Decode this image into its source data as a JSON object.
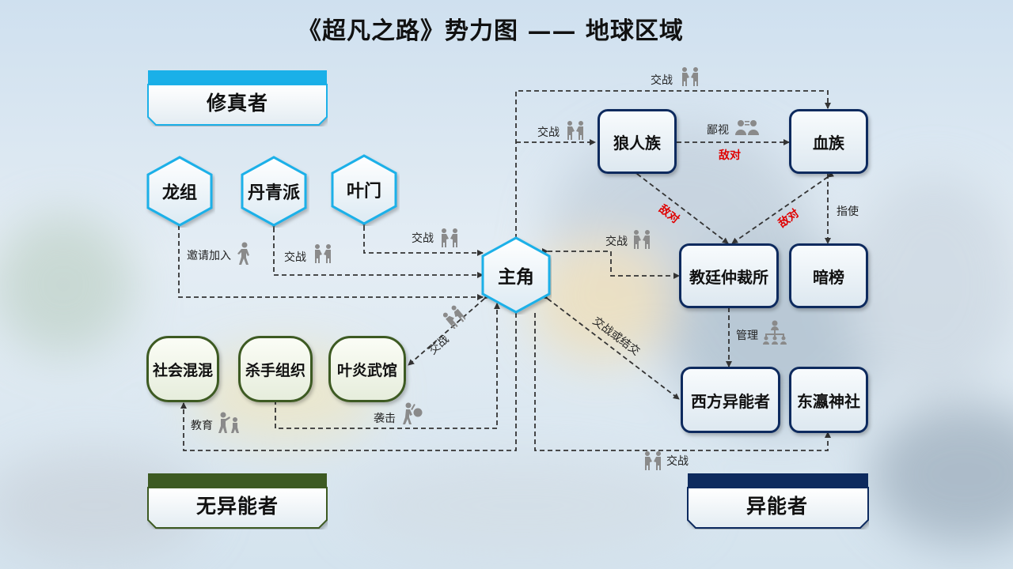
{
  "title": "《超凡之路》势力图 —— 地球区域",
  "groups": {
    "cultivators": "修真者",
    "non_ability": "无异能者",
    "ability": "异能者"
  },
  "nodes": {
    "longzu": "龙组",
    "danqing": "丹青派",
    "yemen": "叶门",
    "protagonist": "主角",
    "social": "社会混混",
    "assassin": "杀手组织",
    "yeyan": "叶炎武馆",
    "werewolf": "狼人族",
    "blood": "血族",
    "church": "教廷仲裁所",
    "anbang": "暗榜",
    "western": "西方异能者",
    "dongying": "东瀛神社"
  },
  "edge_labels": {
    "fight_top": "交战",
    "fight_wolf": "交战",
    "spy": "鄙视",
    "hostile_wolf_blood": "敌对",
    "hostile_wolf_church": "敌对",
    "hostile_blood_church": "敌对",
    "command": "指使",
    "invite": "邀请加入",
    "fight_danqing": "交战",
    "fight_yemen": "交战",
    "fight_church": "交战",
    "manage": "管理",
    "fight_or_ally": "交战或结交",
    "fight_yeyan": "交战",
    "attack": "袭击",
    "educate": "教育",
    "fight_dongying": "交战"
  },
  "colors": {
    "cyan": "#1ab0e8",
    "navy": "#0d2a5e",
    "green": "#3d5a22",
    "hostile": "#e00000"
  }
}
